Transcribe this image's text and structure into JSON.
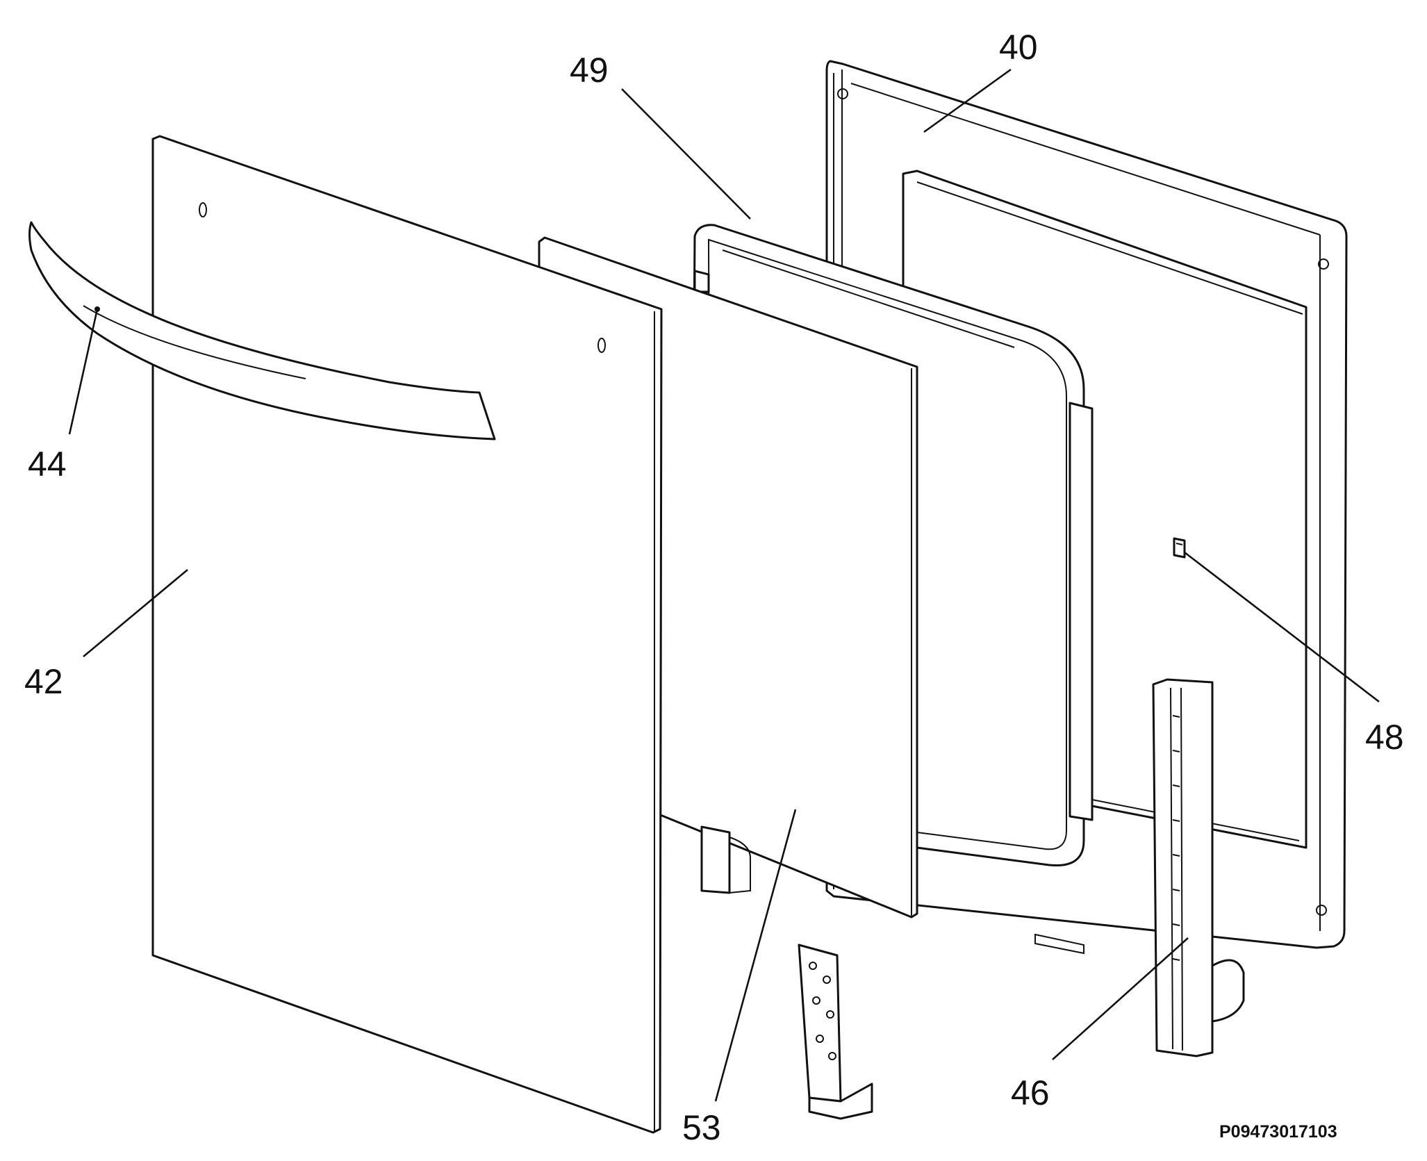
{
  "callouts": {
    "c40": "40",
    "c49": "49",
    "c44": "44",
    "c42": "42",
    "c48": "48",
    "c53": "53",
    "c46": "46"
  },
  "drawing_code": "P09473017103"
}
